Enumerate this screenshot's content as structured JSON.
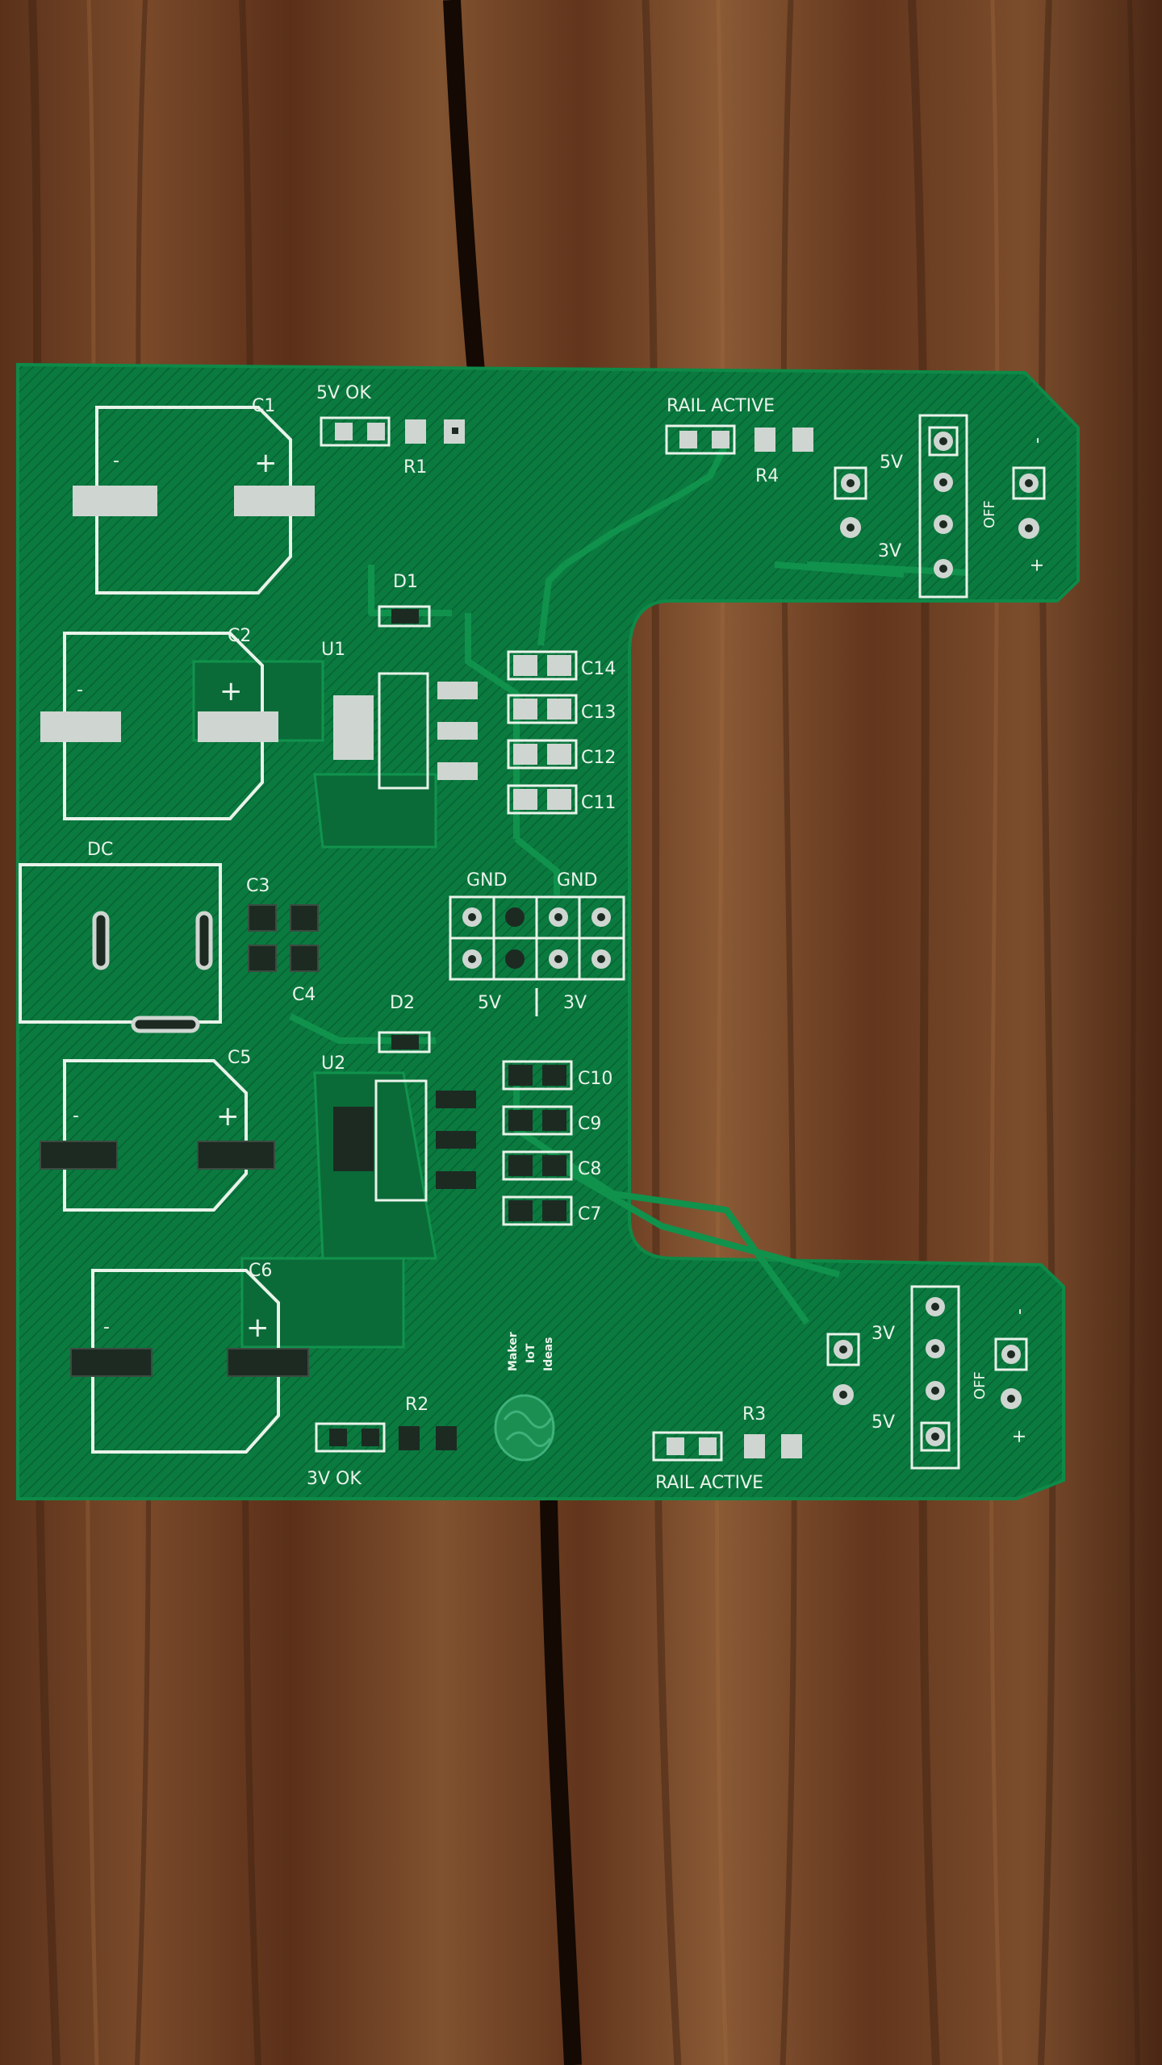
{
  "silkscreen": {
    "c1": "C1",
    "c2": "C2",
    "c3": "C3",
    "c4": "C4",
    "c5": "C5",
    "c6": "C6",
    "c7": "C7",
    "c8": "C8",
    "c9": "C9",
    "c10": "C10",
    "c11": "C11",
    "c12": "C12",
    "c13": "C13",
    "c14": "C14",
    "d1": "D1",
    "d2": "D2",
    "u1": "U1",
    "u2": "U2",
    "r1": "R1",
    "r2": "R2",
    "r3": "R3",
    "r4": "R4",
    "dc": "DC",
    "led_5v_ok": "5V  OK",
    "led_3v_ok": "3V  OK",
    "rail_active_top": "RAIL  ACTIVE",
    "rail_active_bottom": "RAIL  ACTIVE",
    "gnd_left": "GND",
    "gnd_right": "GND",
    "out_5v": "5V",
    "out_3v": "3V",
    "sw_top_5v": "5V",
    "sw_top_3v": "3V",
    "sw_top_off": "OFF",
    "sw_bottom_3v": "3V",
    "sw_bottom_5v": "5V",
    "sw_bottom_off": "OFF",
    "minus": "-",
    "plus": "+",
    "logo_line1": "Maker",
    "logo_line2": "IoT",
    "logo_line3": "Ideas"
  },
  "colors": {
    "wood_base": "#6a3c22",
    "wood_dark": "#3b1f10",
    "pcb_green": "#0b7a3f",
    "pcb_dark": "#075f30",
    "silkscreen": "#e9f3ea",
    "pad_silver": "#cfd6d1",
    "pad_dark": "#1d2a22"
  }
}
